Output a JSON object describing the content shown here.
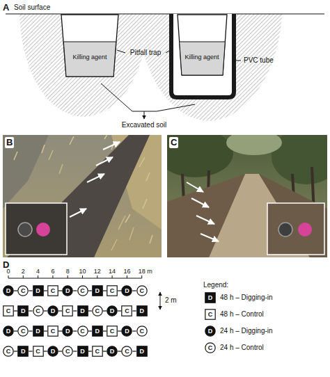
{
  "diagram": {
    "nodes": [
      {
        "text": [
          "D"
        ]
      },
      {
        "text": [
          "C"
        ]
      },
      {
        "text": [
          "D"
        ]
      },
      {
        "text": [
          "C"
        ]
      },
      {
        "text": [
          "D"
        ]
      },
      {
        "text": [
          "C"
        ]
      },
      {
        "text": [
          "D"
        ]
      },
      {
        "text": [
          "C"
        ]
      },
      {
        "text": [
          "D"
        ]
      },
      {
        "text": [
          "C"
        ]
      },
      {
        "text": [
          "C"
        ]
      },
      {
        "text": [
          "D"
        ]
      },
      {
        "text": [
          "C"
        ]
      },
      {
        "text": [
          "D"
        ]
      },
      {
        "text": [
          "C"
        ]
      },
      {
        "text": [
          "D"
        ]
      },
      {
        "text": [
          "C"
        ]
      },
      {
        "text": [
          "D"
        ]
      },
      {
        "text": [
          "C"
        ]
      },
      {
        "text": [
          "D"
        ]
      },
      {
        "text": [
          "D"
        ]
      },
      {
        "text": [
          "C"
        ]
      },
      {
        "text": [
          "D"
        ]
      },
      {
        "text": [
          "C"
        ]
      },
      {
        "text": [
          "D"
        ]
      },
      {
        "text": [
          "C"
        ]
      },
      {
        "text": [
          "D"
        ]
      },
      {
        "text": [
          "C"
        ]
      },
      {
        "text": [
          "D"
        ]
      },
      {
        "text": [
          "C"
        ]
      },
      {
        "text": [
          "C"
        ]
      },
      {
        "text": [
          "D"
        ]
      },
      {
        "text": [
          "C"
        ]
      },
      {
        "text": [
          "D"
        ]
      },
      {
        "text": [
          "C"
        ]
      },
      {
        "text": [
          "D"
        ]
      },
      {
        "text": [
          "C"
        ]
      },
      {
        "text": [
          "D"
        ]
      },
      {
        "text": [
          "C"
        ]
      },
      {
        "text": [
          "D"
        ]
      }
    ],
    "edges": [
      {
        "from": 0,
        "to": 1,
        "arrow": "none"
      },
      {
        "from": 1,
        "to": 2,
        "arrow": "none"
      },
      {
        "from": 2,
        "to": 3,
        "arrow": "none"
      },
      {
        "from": 3,
        "to": 4,
        "arrow": "none"
      },
      {
        "from": 4,
        "to": 5,
        "arrow": "none"
      },
      {
        "from": 5,
        "to": 6,
        "arrow": "none"
      },
      {
        "from": 6,
        "to": 7,
        "arrow": "none"
      },
      {
        "from": 7,
        "to": 8,
        "arrow": "none"
      },
      {
        "from": 8,
        "to": 9,
        "arrow": "none"
      },
      {
        "from": 10,
        "to": 11,
        "arrow": "none"
      },
      {
        "from": 11,
        "to": 12,
        "arrow": "none"
      },
      {
        "from": 12,
        "to": 13,
        "arrow": "none"
      },
      {
        "from": 13,
        "to": 14,
        "arrow": "none"
      },
      {
        "from": 14,
        "to": 15,
        "arrow": "none"
      },
      {
        "from": 15,
        "to": 16,
        "arrow": "none"
      },
      {
        "from": 16,
        "to": 17,
        "arrow": "none"
      },
      {
        "from": 17,
        "to": 18,
        "arrow": "none"
      },
      {
        "from": 18,
        "to": 19,
        "arrow": "none"
      },
      {
        "from": 20,
        "to": 21,
        "arrow": "none"
      },
      {
        "from": 21,
        "to": 22,
        "arrow": "none"
      },
      {
        "from": 22,
        "to": 23,
        "arrow": "none"
      },
      {
        "from": 23,
        "to": 24,
        "arrow": "none"
      },
      {
        "from": 24,
        "to": 25,
        "arrow": "none"
      },
      {
        "from": 25,
        "to": 26,
        "arrow": "none"
      },
      {
        "from": 26,
        "to": 27,
        "arrow": "none"
      },
      {
        "from": 27,
        "to": 28,
        "arrow": "none"
      },
      {
        "from": 28,
        "to": 29,
        "arrow": "none"
      },
      {
        "from": 30,
        "to": 31,
        "arrow": "none"
      },
      {
        "from": 31,
        "to": 32,
        "arrow": "none"
      },
      {
        "from": 32,
        "to": 33,
        "arrow": "none"
      },
      {
        "from": 33,
        "to": 34,
        "arrow": "none"
      },
      {
        "from": 34,
        "to": 35,
        "arrow": "none"
      },
      {
        "from": 35,
        "to": 36,
        "arrow": "none"
      },
      {
        "from": 36,
        "to": 37,
        "arrow": "none"
      },
      {
        "from": 37,
        "to": 38,
        "arrow": "none"
      },
      {
        "from": 38,
        "to": 39,
        "arrow": "none"
      }
    ],
    "labels": [
      "A",
      "Soil surface",
      "Killing agent",
      "Pitfall trap",
      "Killing agent",
      "PVC tube",
      "Excavated soil",
      "B",
      "C",
      "D",
      "0",
      "2",
      "4",
      "6",
      "8",
      "10",
      "12",
      "14",
      "16",
      "18 m",
      "2 m",
      "Legend:",
      "D",
      "C",
      "D",
      "C"
    ],
    "legend": [
      {
        "text": "48 h – Digging-in"
      },
      {
        "text": "48 h – Control"
      },
      {
        "text": "24 h – Digging-in"
      },
      {
        "text": "24 h – Control"
      }
    ]
  }
}
